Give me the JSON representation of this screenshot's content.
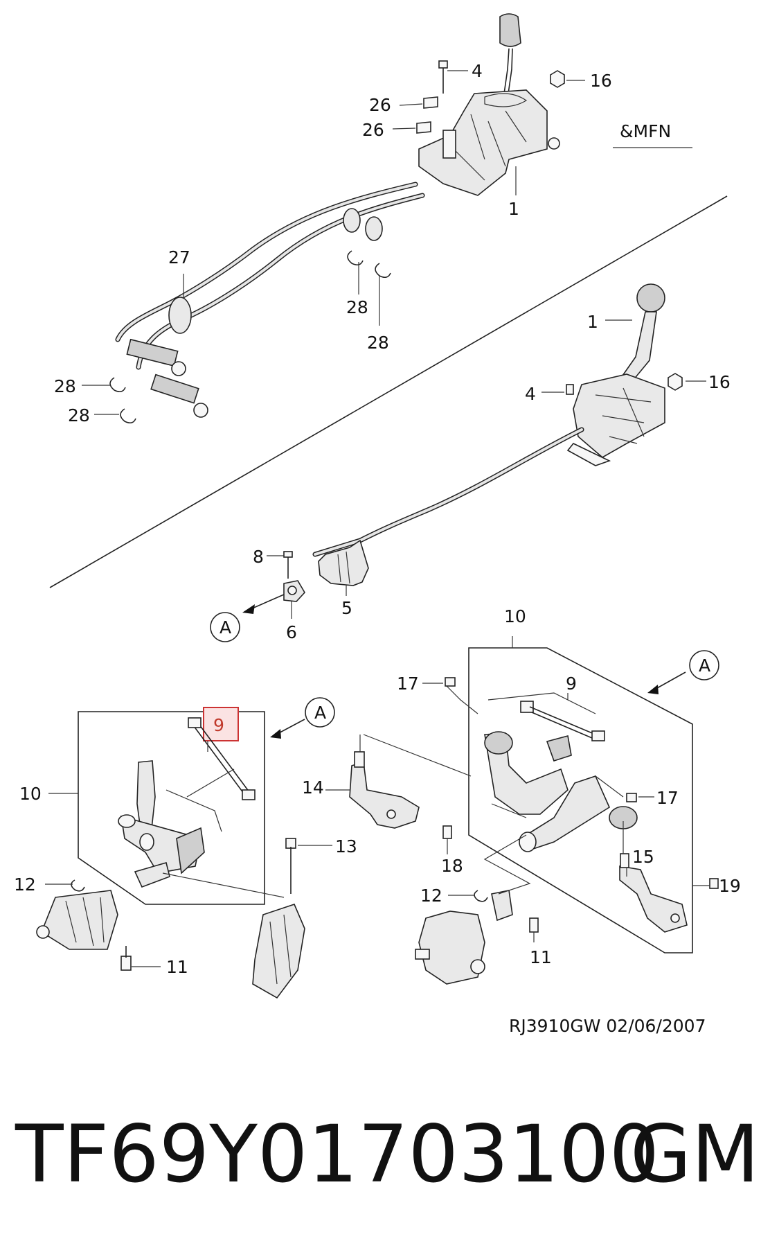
{
  "diagram": {
    "header_code": "&MFN",
    "reference": "RJ3910GW  02/06/2007",
    "part_number": "TF69Y01703100",
    "brand": "GM",
    "highlighted_callout": "9",
    "callouts": {
      "c4_top": "4",
      "c16_top": "16",
      "c26_a": "26",
      "c26_b": "26",
      "c1_top": "1",
      "c27": "27",
      "c28_mid_a": "28",
      "c28_mid_b": "28",
      "c28_left_a": "28",
      "c28_left_b": "28",
      "c1_mid": "1",
      "c4_mid": "4",
      "c16_mid": "16",
      "c8": "8",
      "c5": "5",
      "c6": "6",
      "c10_left": "10",
      "c9_left": "9",
      "c12_left": "12",
      "c11_left": "11",
      "c13": "13",
      "c14": "14",
      "c18": "18",
      "c17_top": "17",
      "c10_right": "10",
      "c9_right": "9",
      "c17_right": "17",
      "c15": "15",
      "c19": "19",
      "c12_right": "12",
      "c11_right": "11"
    },
    "circle_labels": {
      "a_mid": "A",
      "a_left": "A",
      "a_right": "A"
    }
  }
}
